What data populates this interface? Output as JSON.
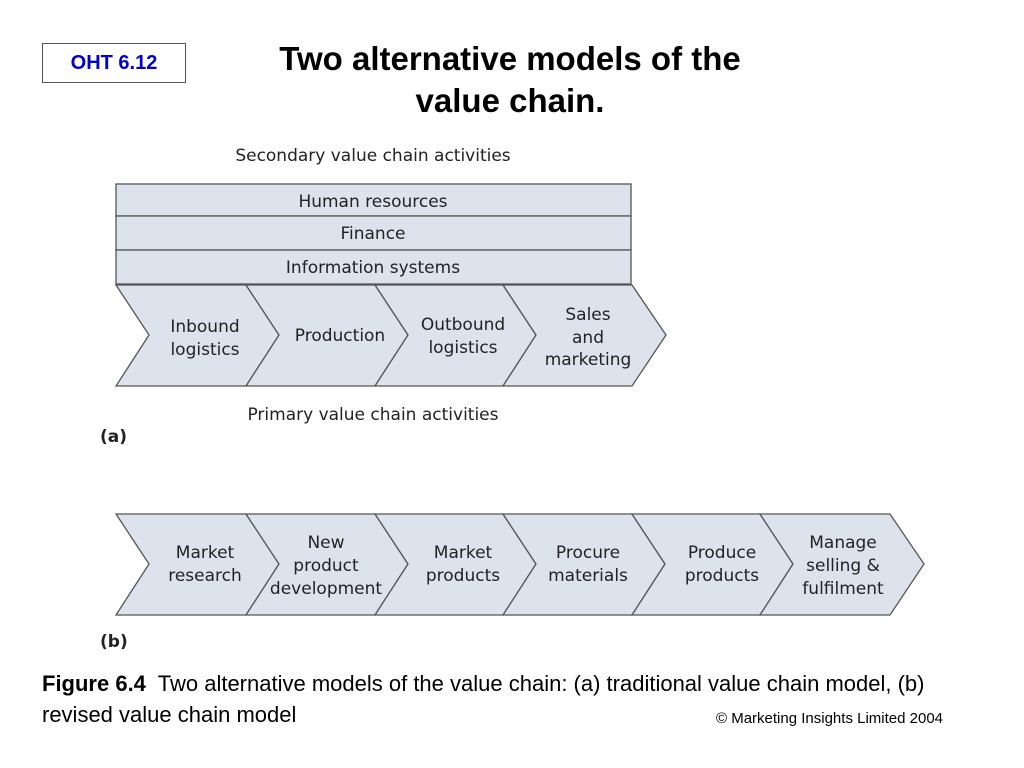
{
  "slide": {
    "label": "OHT 6.12",
    "title_line1": "Two alternative models of the",
    "title_line2": "value chain."
  },
  "model_a": {
    "secondary_label": "Secondary value chain activities",
    "secondary": [
      "Human resources",
      "Finance",
      "Information systems"
    ],
    "primary": [
      [
        "Inbound",
        "logistics"
      ],
      [
        "Production"
      ],
      [
        "Outbound",
        "logistics"
      ],
      [
        "Sales",
        "and",
        "marketing"
      ]
    ],
    "primary_label": "Primary value chain activities",
    "part_label": "(a)"
  },
  "model_b": {
    "steps": [
      [
        "Market",
        "research"
      ],
      [
        "New",
        "product",
        "development"
      ],
      [
        "Market",
        "products"
      ],
      [
        "Procure",
        "materials"
      ],
      [
        "Produce",
        "products"
      ],
      [
        "Manage",
        "selling &",
        "fulfilment"
      ]
    ],
    "part_label": "(b)"
  },
  "caption": {
    "figure": "Figure 6.4",
    "text": "Two alternative models of the value chain: (a) traditional value chain model, (b) revised value chain model"
  },
  "copyright": "© Marketing Insights Limited 2004",
  "colors": {
    "fill": "#dde3ec",
    "stroke": "#555555",
    "label": "#0000cc"
  }
}
